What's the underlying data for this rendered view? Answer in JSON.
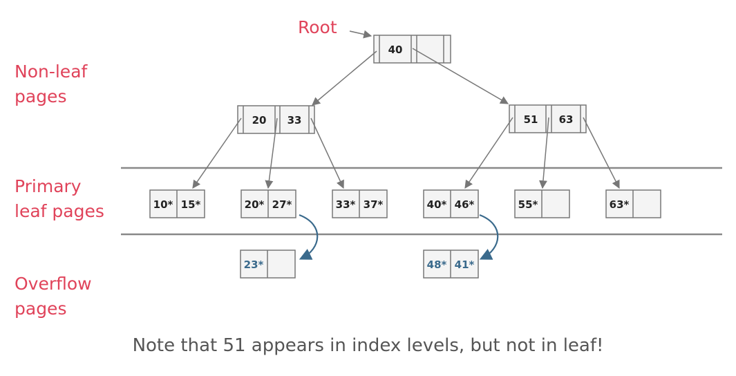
{
  "labels": {
    "root": "Root",
    "nonleaf_line1": "Non-leaf",
    "nonleaf_line2": "pages",
    "primary_line1": "Primary",
    "primary_line2": "leaf pages",
    "overflow_line1": "Overflow",
    "overflow_line2": "pages"
  },
  "note": "Note that 51 appears in index levels, but not in leaf!",
  "colors": {
    "accent_red": "#e0435a",
    "overflow_blue": "#3a6a8c",
    "box_fill": "#f4f4f4",
    "box_stroke": "#777777",
    "separator": "#888888"
  },
  "tree": {
    "root": {
      "keys": [
        "40"
      ]
    },
    "index": [
      {
        "keys": [
          "20",
          "33"
        ]
      },
      {
        "keys": [
          "51",
          "63"
        ]
      }
    ],
    "leaves": [
      {
        "entries": [
          "10*",
          "15*"
        ]
      },
      {
        "entries": [
          "20*",
          "27*"
        ]
      },
      {
        "entries": [
          "33*",
          "37*"
        ]
      },
      {
        "entries": [
          "40*",
          "46*"
        ]
      },
      {
        "entries": [
          "55*",
          ""
        ]
      },
      {
        "entries": [
          "63*",
          ""
        ]
      }
    ],
    "overflow": [
      {
        "entries": [
          "23*",
          ""
        ]
      },
      {
        "entries": [
          "48*",
          "41*"
        ]
      }
    ]
  }
}
